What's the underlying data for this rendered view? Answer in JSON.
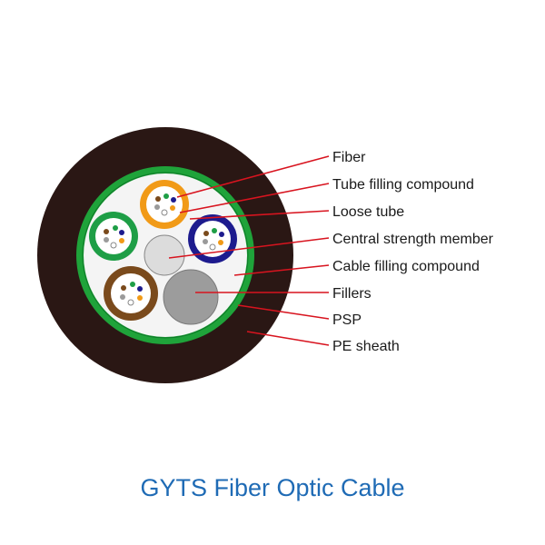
{
  "title": "GYTS Fiber Optic Cable",
  "labels": [
    "Fiber",
    "Tube filling compound",
    "Loose tube",
    "Central strength member",
    "Cable filling compound",
    "Fillers",
    "PSP",
    "PE sheath"
  ],
  "colors": {
    "sheath": "#2a1714",
    "psp": "#1fa33a",
    "filling": "#f4f4f4",
    "leader": "#d8141f",
    "title": "#1f6bb5",
    "tube_orange": "#f19a17",
    "tube_green": "#1e9e46",
    "tube_blue": "#1d1b8e",
    "tube_brown": "#7a4a1c",
    "filler_gray": "#9c9c9c",
    "strength_member": "#dcdcdc"
  }
}
